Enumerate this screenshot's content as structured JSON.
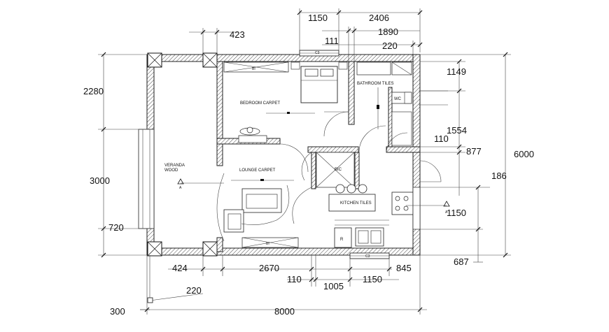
{
  "dimensions": {
    "top": {
      "d1150": "1150",
      "d2406": "2406",
      "d423": "423",
      "d111": "111",
      "d1890": "1890",
      "d220": "220"
    },
    "left": {
      "d2280": "2280",
      "d3000": "3000",
      "d720": "720"
    },
    "right": {
      "d1149": "1149",
      "d1554": "1554",
      "d110": "110",
      "d877": "877",
      "d186": "186",
      "d1150": "1150",
      "d687": "687",
      "d6000": "6000"
    },
    "bottom": {
      "d424": "424",
      "d2670": "2670",
      "d845": "845",
      "d220": "220",
      "d110": "110",
      "d1005": "1005",
      "d1150": "1150",
      "d300": "300",
      "d8000": "8000"
    }
  },
  "rooms": {
    "veranda_line1": "VERANDA",
    "veranda_line2": "WOOD",
    "bedroom": "BEDROOM CARPET",
    "bathroom": "BATHROOM TILES",
    "wc": "WC",
    "bic": "BIC",
    "lounge": "LOUNGE CARPET",
    "kitchen": "KITCHEN TILES",
    "fridge": "R"
  },
  "section_markers": {
    "a": "A"
  },
  "window_tags": {
    "c3": "C3",
    "bic": "BIC",
    "bi": "BI"
  }
}
